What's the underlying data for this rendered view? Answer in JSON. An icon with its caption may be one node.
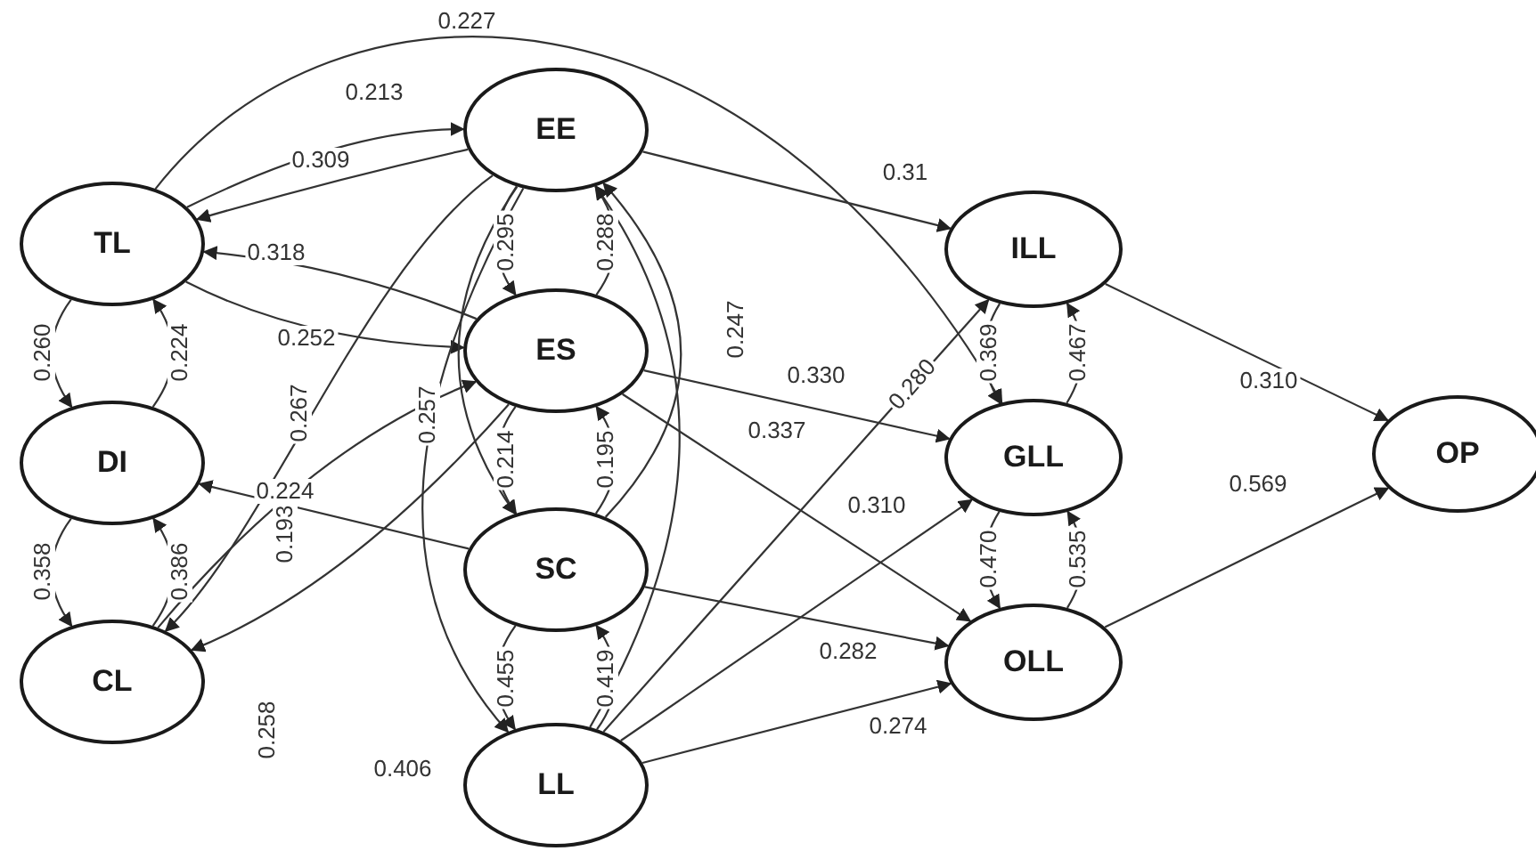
{
  "diagram": {
    "nodes": [
      {
        "text": [
          "TL"
        ]
      },
      {
        "text": [
          "DI"
        ]
      },
      {
        "text": [
          "CL"
        ]
      },
      {
        "text": [
          "EE"
        ]
      },
      {
        "text": [
          "ES"
        ]
      },
      {
        "text": [
          "SC"
        ]
      },
      {
        "text": [
          "LL"
        ]
      },
      {
        "text": [
          "ILL"
        ]
      },
      {
        "text": [
          "GLL"
        ]
      },
      {
        "text": [
          "OLL"
        ]
      },
      {
        "text": [
          "OP"
        ]
      }
    ],
    "edges": [
      {
        "from": 0,
        "to": 3,
        "arrow": "to",
        "label": "0.213"
      },
      {
        "from": 3,
        "to": 0,
        "arrow": "to",
        "label": "0.309"
      },
      {
        "from": 4,
        "to": 0,
        "arrow": "to",
        "label": "0.318"
      },
      {
        "from": 0,
        "to": 4,
        "arrow": "to",
        "label": "0.252"
      },
      {
        "from": 0,
        "to": 8,
        "arrow": "to",
        "label": "0.227"
      },
      {
        "from": 0,
        "to": 1,
        "arrow": "to",
        "label": "0.260"
      },
      {
        "from": 1,
        "to": 0,
        "arrow": "to",
        "label": "0.224"
      },
      {
        "from": 1,
        "to": 2,
        "arrow": "to",
        "label": "0.358"
      },
      {
        "from": 2,
        "to": 1,
        "arrow": "to",
        "label": "0.386"
      },
      {
        "from": 3,
        "to": 2,
        "arrow": "to",
        "label": "0.267"
      },
      {
        "from": 2,
        "to": 4,
        "arrow": "to",
        "label": "0.193"
      },
      {
        "from": 4,
        "to": 2,
        "arrow": "to",
        "label": "0.258"
      },
      {
        "from": 5,
        "to": 1,
        "arrow": "to",
        "label": "0.224"
      },
      {
        "from": 3,
        "to": 5,
        "arrow": "to",
        "label": "0.257"
      },
      {
        "from": 3,
        "to": 6,
        "arrow": "to",
        "label": "0.406"
      },
      {
        "from": 3,
        "to": 4,
        "arrow": "to",
        "label": "0.295"
      },
      {
        "from": 4,
        "to": 3,
        "arrow": "to",
        "label": "0.288"
      },
      {
        "from": 4,
        "to": 5,
        "arrow": "to",
        "label": "0.214"
      },
      {
        "from": 5,
        "to": 4,
        "arrow": "to",
        "label": "0.195"
      },
      {
        "from": 5,
        "to": 6,
        "arrow": "to",
        "label": "0.455"
      },
      {
        "from": 6,
        "to": 5,
        "arrow": "to",
        "label": "0.419"
      },
      {
        "from": 5,
        "to": 3,
        "arrow": "to"
      },
      {
        "from": 6,
        "to": 3,
        "arrow": "to",
        "label": "0.247"
      },
      {
        "from": 3,
        "to": 7,
        "arrow": "to",
        "label": "0.31"
      },
      {
        "from": 6,
        "to": 7,
        "arrow": "to",
        "label": "0.280"
      },
      {
        "from": 4,
        "to": 8,
        "arrow": "to",
        "label": "0.330"
      },
      {
        "from": 4,
        "to": 9,
        "arrow": "to",
        "label": "0.337"
      },
      {
        "from": 6,
        "to": 8,
        "arrow": "to",
        "label": "0.310"
      },
      {
        "from": 5,
        "to": 9,
        "arrow": "to",
        "label": "0.282"
      },
      {
        "from": 6,
        "to": 9,
        "arrow": "to",
        "label": "0.274"
      },
      {
        "from": 7,
        "to": 8,
        "arrow": "to",
        "label": "0.369"
      },
      {
        "from": 8,
        "to": 7,
        "arrow": "to",
        "label": "0.467"
      },
      {
        "from": 8,
        "to": 9,
        "arrow": "to",
        "label": "0.470"
      },
      {
        "from": 9,
        "to": 8,
        "arrow": "to",
        "label": "0.535"
      },
      {
        "from": 7,
        "to": 10,
        "arrow": "to",
        "label": "0.310"
      },
      {
        "from": 9,
        "to": 10,
        "arrow": "to",
        "label": "0.569"
      }
    ]
  }
}
